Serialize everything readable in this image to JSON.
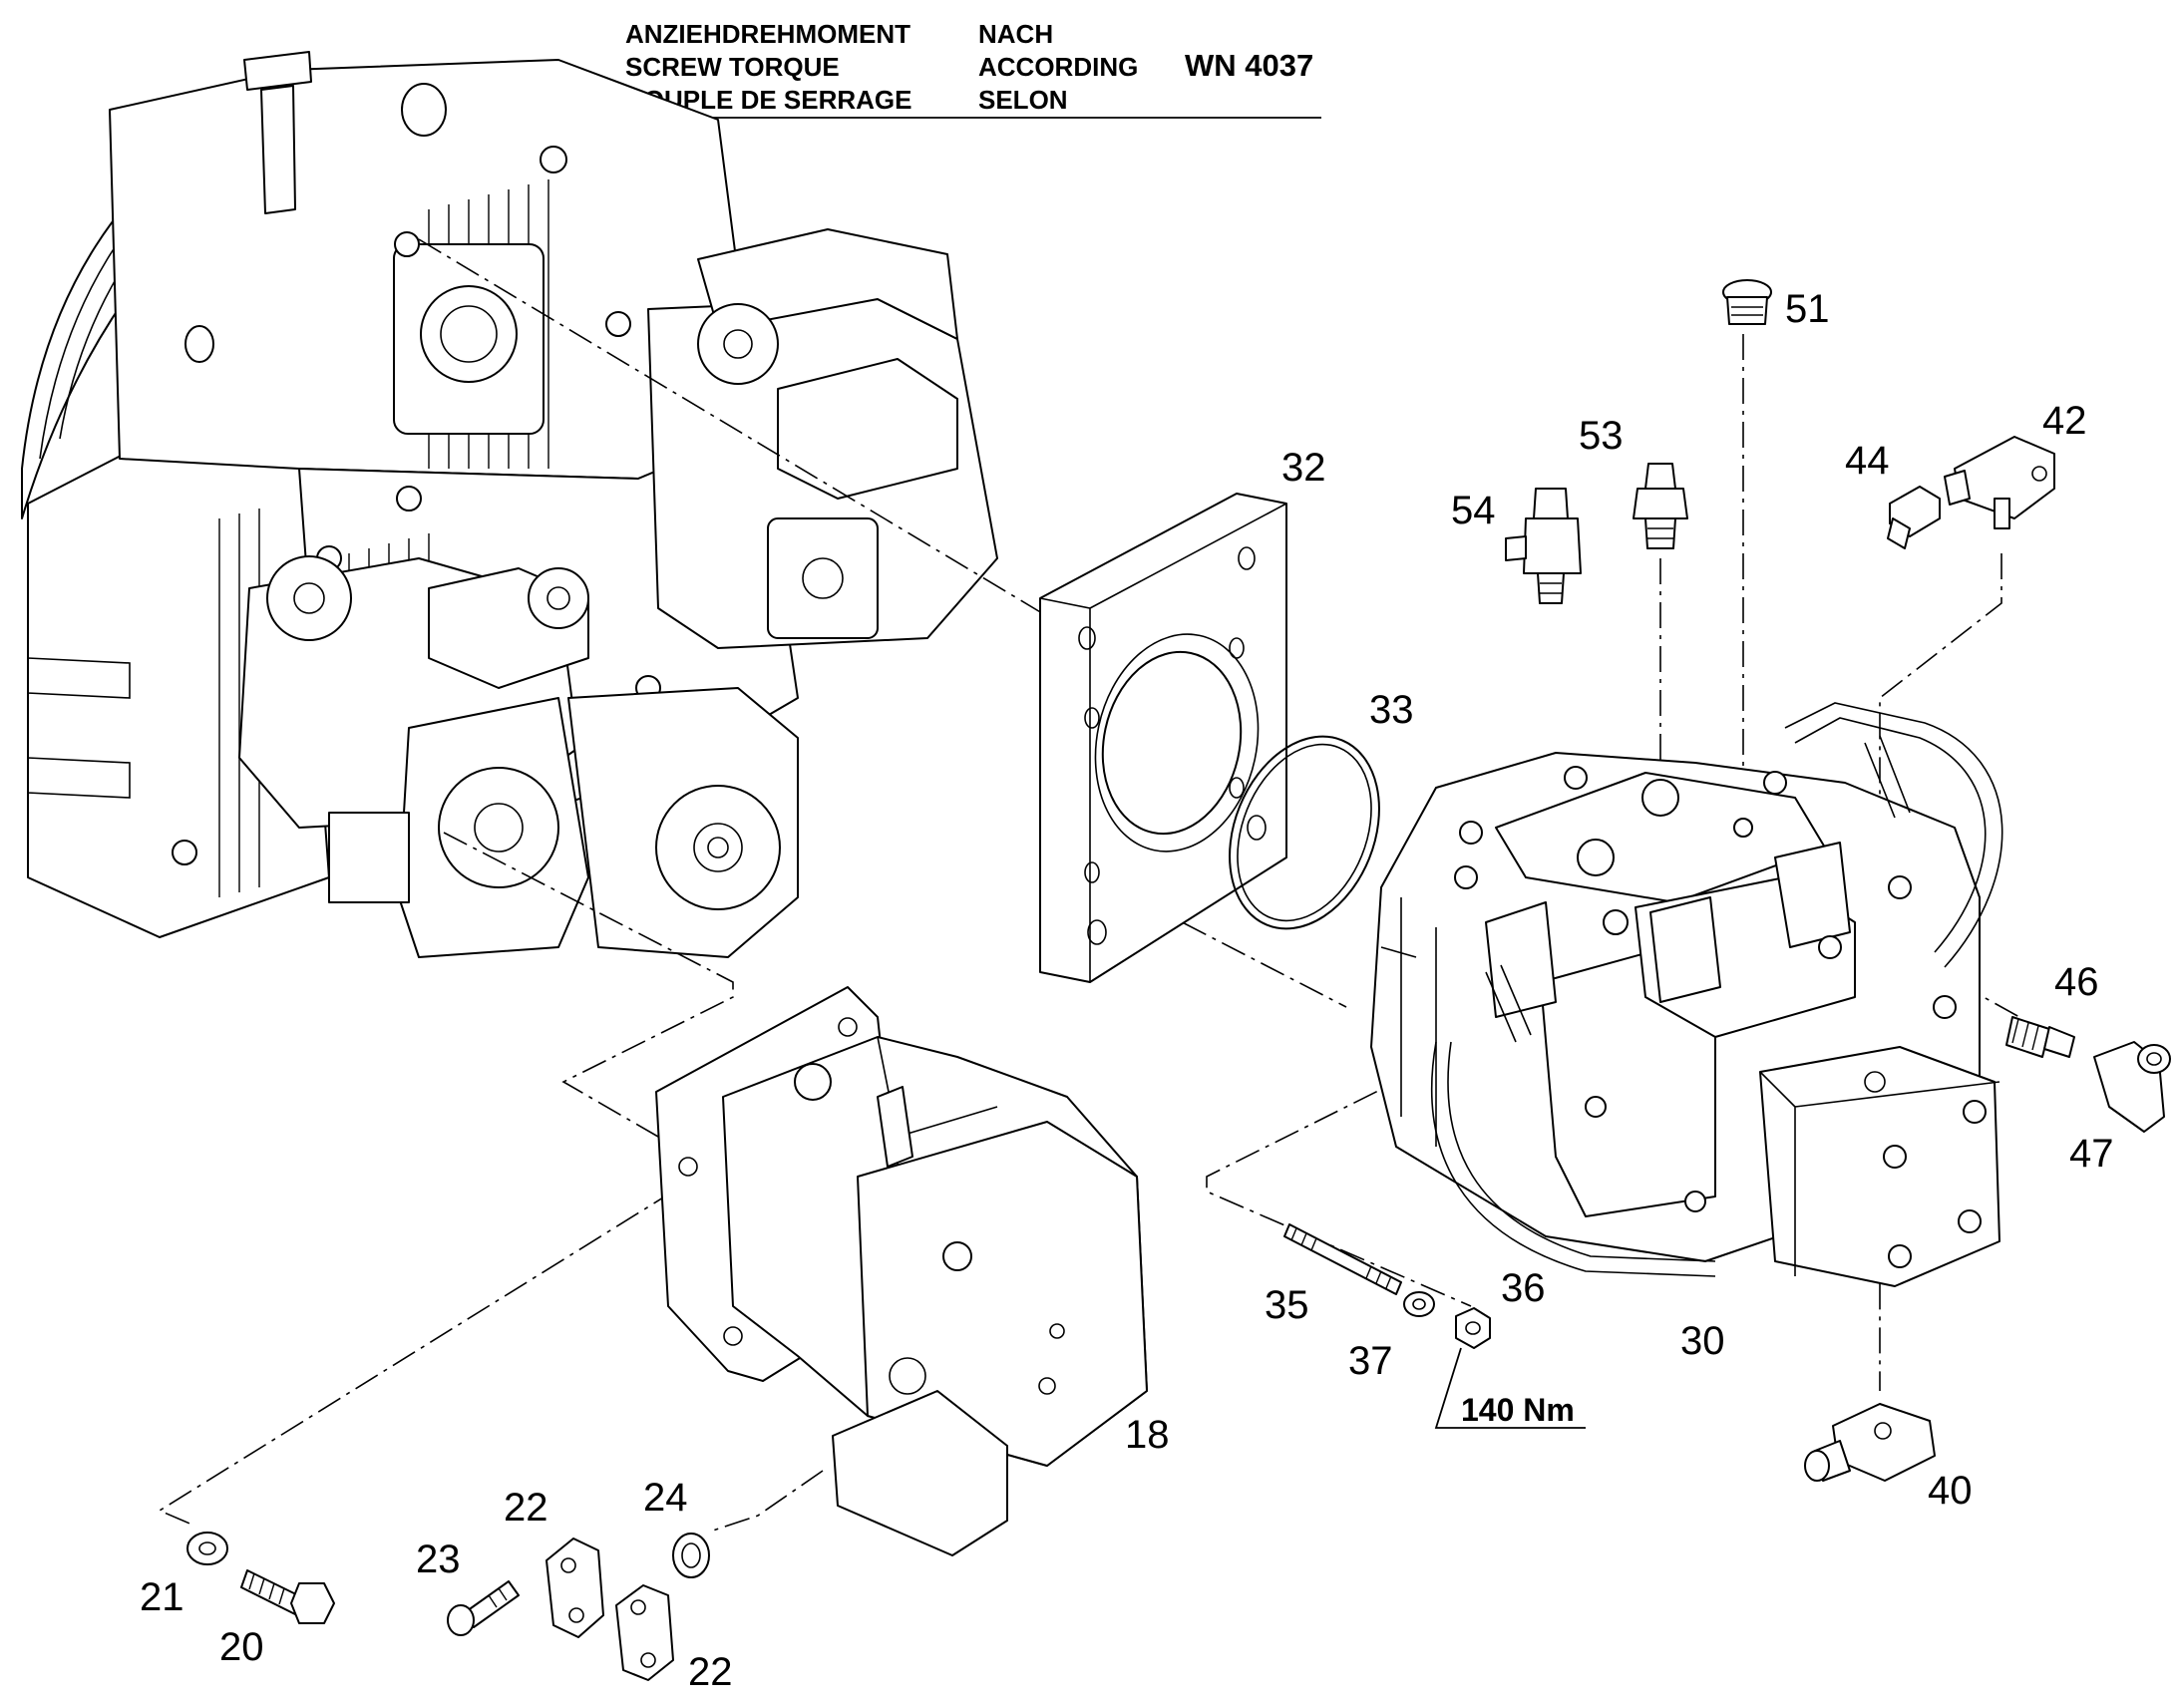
{
  "header": {
    "labels": [
      "ANZIEHDREHMOMENT",
      "SCREW TORQUE",
      "COUPLE DE SERRAGE"
    ],
    "words": [
      "NACH",
      "ACCORDING",
      "SELON"
    ],
    "standard": "WN 4037"
  },
  "torque_note": "140 Nm",
  "callouts": {
    "p18": "18",
    "p20": "20",
    "p21": "21",
    "p22a": "22",
    "p22b": "22",
    "p23": "23",
    "p24": "24",
    "p30": "30",
    "p32": "32",
    "p33": "33",
    "p35": "35",
    "p36": "36",
    "p37": "37",
    "p40": "40",
    "p42": "42",
    "p44": "44",
    "p46": "46",
    "p47": "47",
    "p51": "51",
    "p53": "53",
    "p54": "54"
  }
}
